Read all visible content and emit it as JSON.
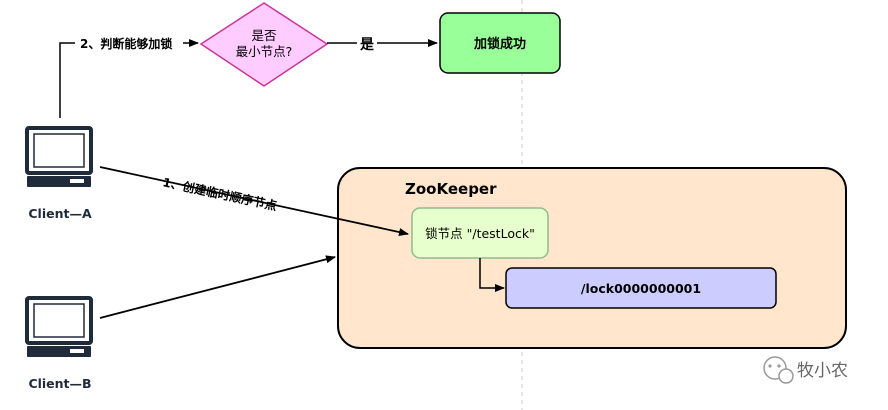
{
  "diagram": {
    "edge_judge_label": "2、判断能够加锁",
    "decision_line1": "是否",
    "decision_line2": "最小节点?",
    "edge_yes_label": "是",
    "success_label": "加锁成功",
    "client_a_label": "Client—A",
    "client_b_label": "Client—B",
    "edge_create_label": "1、创建临时顺序节点",
    "zookeeper_label": "ZooKeeper",
    "lock_node_label": "锁节点 \"/testLock\"",
    "child_node_label": "/lock0000000001",
    "watermark_text": "牧小农"
  },
  "colors": {
    "decision_fill": "#ffccff",
    "decision_stroke": "#cc3399",
    "success_fill": "#99ff99",
    "zookeeper_fill": "#ffe6cc",
    "lock_node_fill": "#e6ffcc",
    "child_node_fill": "#ccccff",
    "line": "#000000"
  }
}
